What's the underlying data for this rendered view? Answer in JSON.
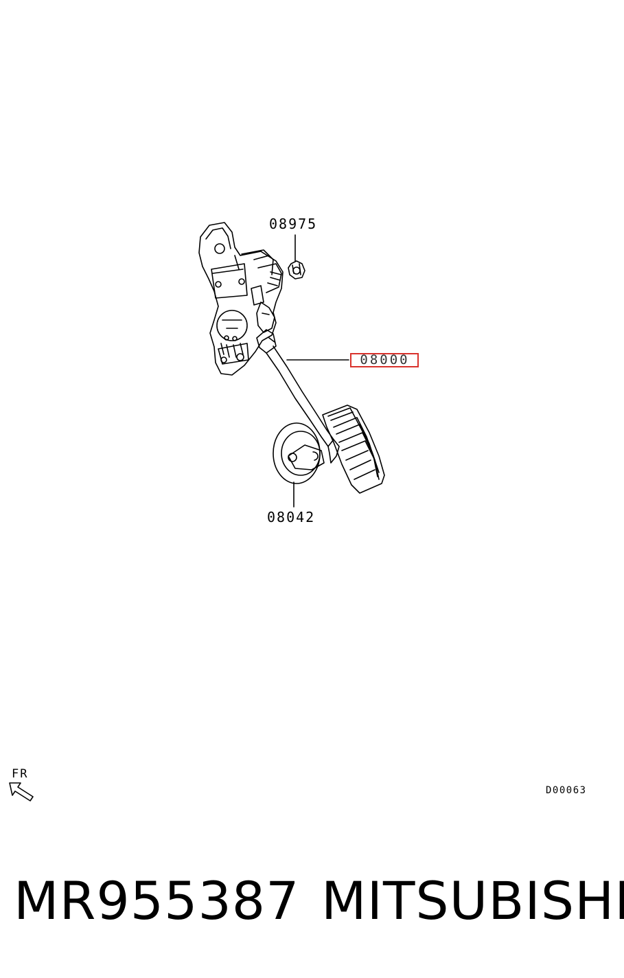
{
  "callouts": {
    "bolt": "08975",
    "pedal_assembly": "08000",
    "stopper": "08042"
  },
  "direction_label": "FR",
  "diagram_id": "D00063",
  "footer": {
    "part_number": "MR955387",
    "brand": "MITSUBISHI"
  },
  "colors": {
    "highlight": "#d9312b",
    "ink": "#000000"
  }
}
